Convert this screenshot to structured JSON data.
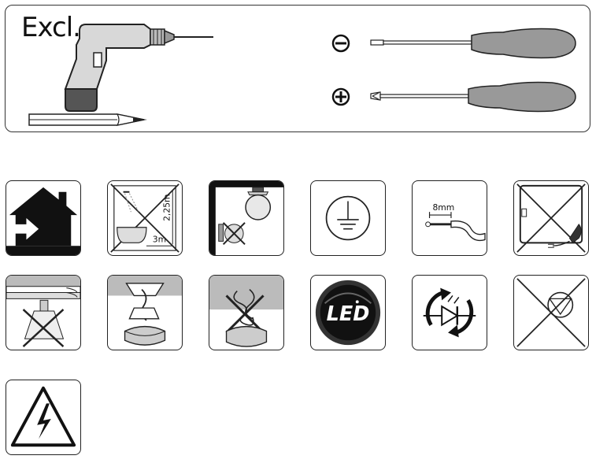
{
  "header": {
    "excl_label": "Excl."
  },
  "tools": {
    "items": [
      {
        "icon": "drill-icon"
      },
      {
        "icon": "pencil-icon"
      },
      {
        "icon": "flat-screwdriver-icon",
        "symbol": "minus-circle-icon"
      },
      {
        "icon": "phillips-screwdriver-icon",
        "symbol": "plus-circle-icon"
      }
    ]
  },
  "symbols": {
    "bathroom_height": "2,25m",
    "bathroom_distance": "3m",
    "strip_length": "8mm",
    "led_label": "LED",
    "tiles": [
      {
        "icon": "indoor-use-house-icon"
      },
      {
        "icon": "not-bathroom-icon"
      },
      {
        "icon": "no-small-room-icon"
      },
      {
        "icon": "earth-ground-icon"
      },
      {
        "icon": "wire-strip-8mm-icon"
      },
      {
        "icon": "no-plug-in-icon"
      },
      {
        "icon": "no-cable-ceiling-icon"
      },
      {
        "icon": "ceiling-mount-icon"
      },
      {
        "icon": "no-tangled-wire-icon"
      },
      {
        "icon": "led-icon"
      },
      {
        "icon": "led-replaceable-icon"
      },
      {
        "icon": "no-dimmer-icon"
      },
      {
        "icon": "electric-shock-warning-icon"
      }
    ]
  }
}
